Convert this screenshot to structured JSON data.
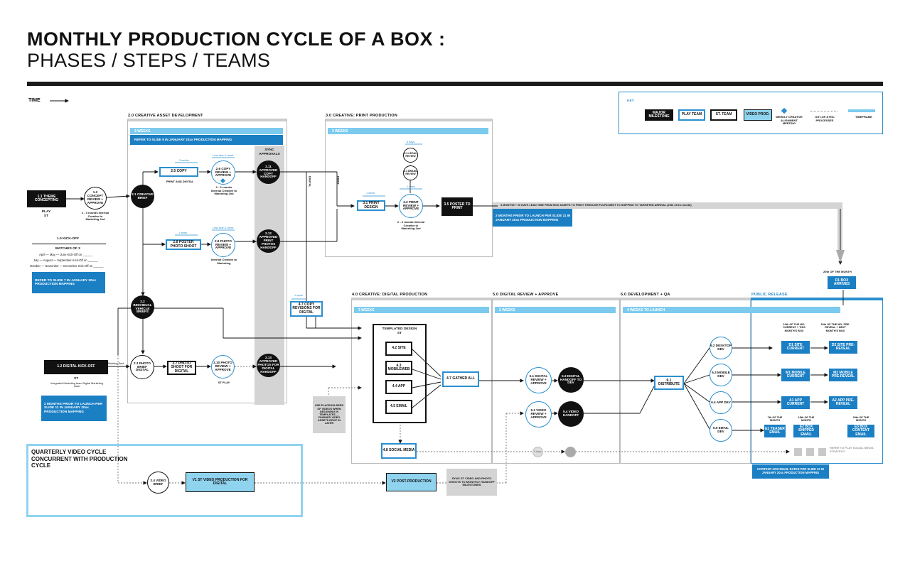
{
  "header": {
    "title": "MONTHLY PRODUCTION CYCLE OF A BOX :",
    "subtitle": "PHASES / STEPS / TEAMS",
    "time_label": "TIME"
  },
  "key": {
    "label": "KEY",
    "major_milestone": "MAJOR MILESTONE",
    "play_team": "PLAY TEAM",
    "st_team": "ST. TEAM",
    "video_prod": "VIDEO PROD.",
    "weekly_creative": "WEEKLY CREATIVE ALIGNMENT MEETING",
    "out_of_sync": "OUT-OF-SYNC PROCESSES",
    "timeframe": "TIMEFRAME"
  },
  "phases": {
    "creative_asset": "2.0 CREATIVE ASSET DEVELOPMENT",
    "creative_print": "3.0 CREATIVE: PRINT PRODUCTION",
    "creative_digital": "4.0 CREATIVE: DIGITAL PRODUCTION",
    "digital_review": "5.0 DIGITAL REVIEW + APPROVE",
    "dev_qa": "6.0 DEVELOPMENT + QA",
    "public_release": "PUBLIC RELEASE"
  },
  "bars": {
    "asset_weeks": "3 WEEKS",
    "asset_ref": "REFER TO SLIDE 9 IN JANUARY 20xx PRODUCTION MAPPING",
    "print_weeks": "3 WEEKS",
    "digital_weeks": "3 WEEKS",
    "review_weeks": "2 WEEKS",
    "launch_weeks": "4 WEEKS TO LAUNCH",
    "lead_time": "3 MONTHS + 20 DAYS LEAD TIME FROM BOX ASSETS TO PRINT THROUGH FULFILMENT TO SHIPPING TO TARGETED ARRIVAL (20th of the month)",
    "months_prior_print": "2 MONTHS PRIOR TO LAUNCH PER SLIDE 11 IN JANUARY 20xx PRODUCTION MAPPING"
  },
  "nodes": {
    "theme": "1.1 THEME CONCEPTING",
    "theme_team": "PLAY ST",
    "concept_review": "1.2 CONCEPT REVIEW + APPROVE",
    "concept_note": "2 - 3 rounds Internal Creative to Marketing 2nd",
    "creative_brief": "2.1 CREATIVE BRIEF",
    "copy": "2.5 COPY",
    "copy_note": "PRINT AND DIGITAL",
    "copy_review": "2.6 COPY REVIEW + APPROVE",
    "copy_review_note": "2 - 3 rounds Internal Creative to Marketing 2nd",
    "sync_approvals": "SYNC APPROVALS",
    "approved_copy": "2.11 APPROVED COPY HANDOFF",
    "poster_shoot": "2.8 POSTER PHOTO SHOOT",
    "photo_review": "2.9 PHOTO REVIEW + APPROVE",
    "photo_review_note": "Internal Creative to Marketing",
    "approved_print": "2.12 APPROVED PRINT PHOTOS HANDOFF",
    "indiv_vehicle": "2.2 INDIVIDUAL VEHICLE BRIEFS",
    "photo_brief": "2.3 PHOTO BRIEF DIGITAL",
    "photo_shoot_digital": "2.7 PHOTO SHOOT FOR DIGITAL",
    "photo_review_digital": "2.10 PHOTO REVIEW + APPROVE",
    "photo_review_digital_team": "ST PLAY",
    "approved_digital": "2.13 APPROVED PHOTOS FOR DIGITAL HANDOFF",
    "legal_review": "3.3 LEGAL REVIEW",
    "brand_review": "3.4 BRAND REVIEW",
    "print_design": "3.1 PRINT DESIGN",
    "print_review": "3.2 PRINT REVIEW + APPROVE",
    "print_review_note": "2 - 3 rounds Internal Creative to Marketing 2nd",
    "poster_to_print": "3.5 POSTER TO PRINT",
    "copy_revisions": "4.7 COPY REVISIONS FOR DIGITAL",
    "template_design": "TEMPLATED DESIGN ST",
    "site": "4.2 SITE",
    "mobileweb": "4.3 MOBILEWEB",
    "app": "4.4 APP",
    "email": "4.5 EMAIL",
    "gather_all": "4.7 GATHER ALL",
    "social_media": "4.8 SOCIAL MEDIA",
    "digital_review": "5.1 DIGITAL REVIEW + APPROVE",
    "digital_handoff": "5.3 DIGITAL HANDOFF TO DEV",
    "video_review": "5.2 VIDEO REVIEW + APPROVE",
    "video_handoff": "5.4 VIDEO HANDOFF",
    "distribute": "6.1 DISTRIBUTE",
    "desktop_dev": "6.2 DESKTOP DEV",
    "mobile_dev": "6.3 MOBILE DEV",
    "app_dev": "6.4 APP DEV",
    "email_dev": "6.5 EMAIL DEV",
    "digital_kickoff": "1.2 DIGITAL KICK-OFF",
    "digital_kickoff_team": "ST",
    "digital_kickoff_note": "Integrated Marketing team Digital Marketing team",
    "months_prior_digital": "2 MONTHS PRIOR TO LAUNCH PER SLIDE 11 IN JANUARY 20xx PRODUCTION MAPPING",
    "box_arrives": "D1 BOX ARRIVES",
    "box_arrives_date": "20th OF THE MONTH",
    "d1_site": "D1 SITE CURRENT",
    "d2_site": "D2 SITE PRE-REVEAL",
    "m1": "M1 MOBILE CURRENT",
    "m2": "M2 MOBILE PRE-REVEAL",
    "a1": "A1 APP CURRENT",
    "a2": "A2 APP PRE-REVEAL",
    "e1": "E1 TEASER EMAIL",
    "e2": "E2 BOX SHIPPED EMAIL",
    "e3": "E3 BOX CONTENT EMAIL",
    "current_note": "10th OF THE MO. CURRENT + THIS MONTH'S BOX",
    "prereveal_note": "15th OF THE MO. PRE-REVEAL + NEXT MONTH'S BOX",
    "e1_note": "7th OF THE MONTH",
    "e2_note": "15th OF THE MONTH",
    "e3_note": "20th OF THE MONTH",
    "refer_social": "REFER TO PLAY SOCIAL MEDIA STRATEGY",
    "content_email_ref": "CONTENT AND EMAIL DATES PER SLIDE 12 IN JANUARY 20xx PRODUCTION MAPPING"
  },
  "kickoff": {
    "title": "1.0 KICK-OFF",
    "batches": "BATCHES OF 3",
    "line1": "April — May — June Kick-Off on ______",
    "line2": "July — August — September Kick-Off on ______",
    "line3": "October — November — December Kick-Off on ______",
    "refer": "REFER TO SLIDE 7 IN JANUARY 20xx PRODUCTION MAPPING"
  },
  "video": {
    "cycle_title": "QUARTERLY VIDEO CYCLE CONCURRENT WITH PRODUCTION CYCLE",
    "video_brief": "2.4 VIDEO BRIEF",
    "v1": "V1 ST VIDEO PRODUCTION FOR DIGITAL",
    "v2": "V2 POST-PRODUCTION",
    "sync_note": "SYNC ST VIDEO AND PHOTO SHOOTS TO MONTHLY HANDOFF MILESTONES",
    "placeholder_note": "USE PLACEHOLDERS OF VIDEOS WHEN DESIGNING IN TEMPLATES — FINISHED VIDEO ASSETS DROP IN LATER"
  },
  "labels": {
    "weeks1": "1 week",
    "weeks3": "3 weeks",
    "days5": "5 days",
    "less_than_week": "Less than 1 week",
    "print_label": "PRINT",
    "digital_label": "DIGITAL",
    "meeting_label": "Meeting Sent"
  }
}
